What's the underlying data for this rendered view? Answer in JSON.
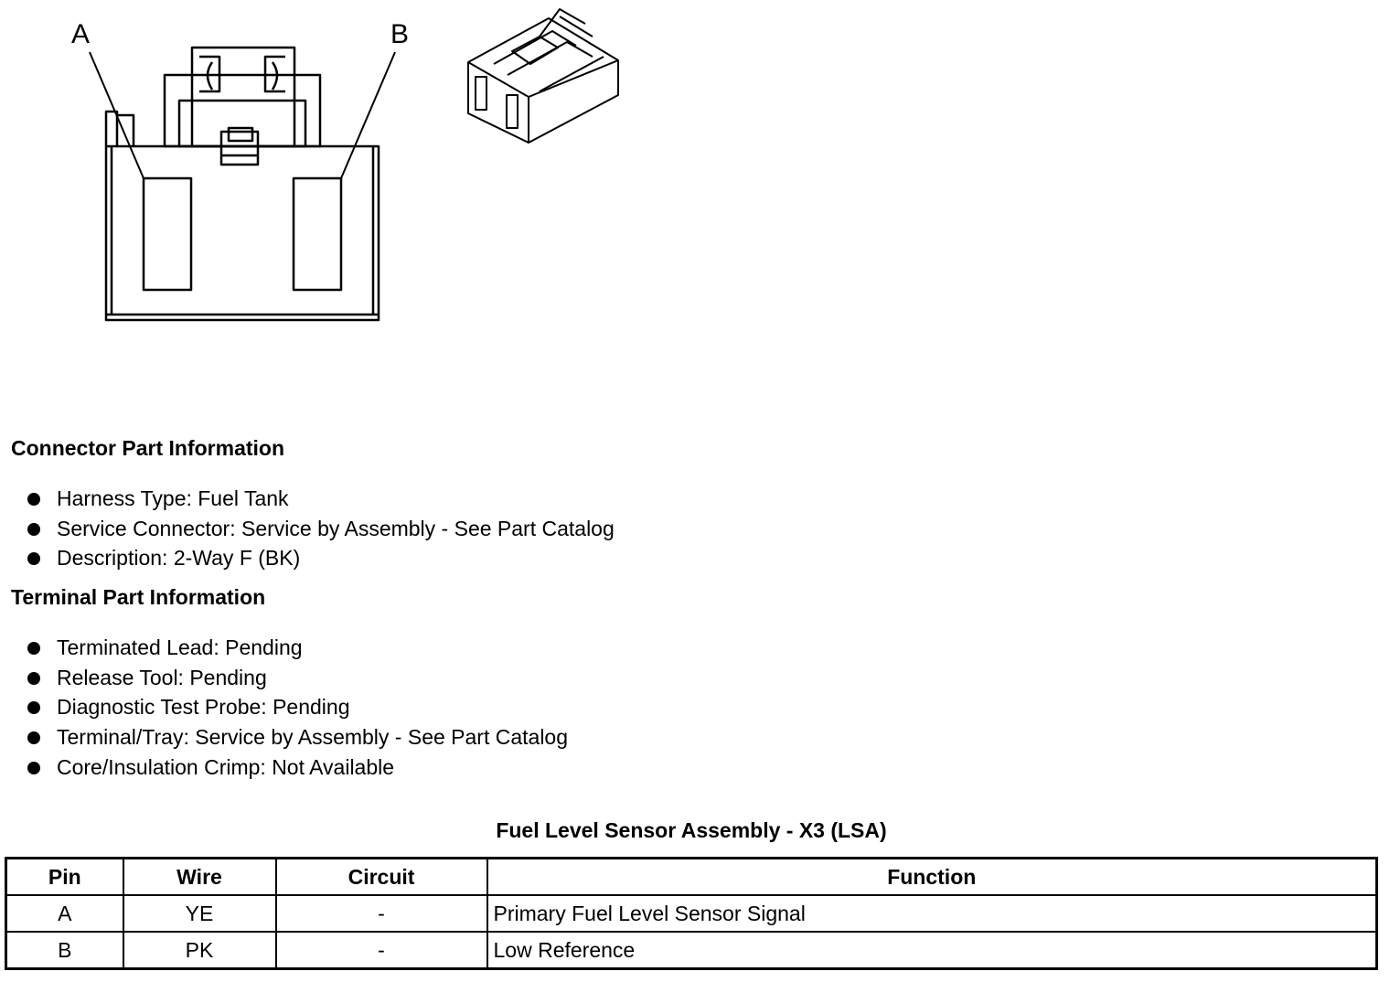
{
  "figure": {
    "callouts": [
      "A",
      "B"
    ]
  },
  "connector_info": {
    "title": "Connector Part Information",
    "items": [
      "Harness Type: Fuel Tank",
      "Service Connector: Service by Assembly - See Part Catalog",
      "Description: 2-Way F (BK)"
    ]
  },
  "terminal_info": {
    "title": "Terminal Part Information",
    "items": [
      "Terminated Lead: Pending",
      "Release Tool: Pending",
      "Diagnostic Test Probe: Pending",
      "Terminal/Tray: Service by Assembly - See Part Catalog",
      "Core/Insulation Crimp: Not Available"
    ]
  },
  "pin_table": {
    "title": "Fuel Level Sensor Assembly - X3 (LSA)",
    "headers": [
      "Pin",
      "Wire",
      "Circuit",
      "Function"
    ],
    "rows": [
      [
        "A",
        "YE",
        "-",
        "Primary Fuel Level Sensor Signal"
      ],
      [
        "B",
        "PK",
        "-",
        "Low Reference"
      ]
    ]
  }
}
